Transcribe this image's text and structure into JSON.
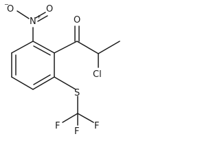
{
  "molecule": {
    "atoms": {
      "nitro_o_minus": "O",
      "nitro_o_minus_charge": "−",
      "nitro_n": "N",
      "nitro_n_charge": "+",
      "carbonyl_o": "O",
      "cl": "Cl",
      "s": "S",
      "f_top": "F",
      "f_left": "F",
      "f_right": "F"
    }
  }
}
